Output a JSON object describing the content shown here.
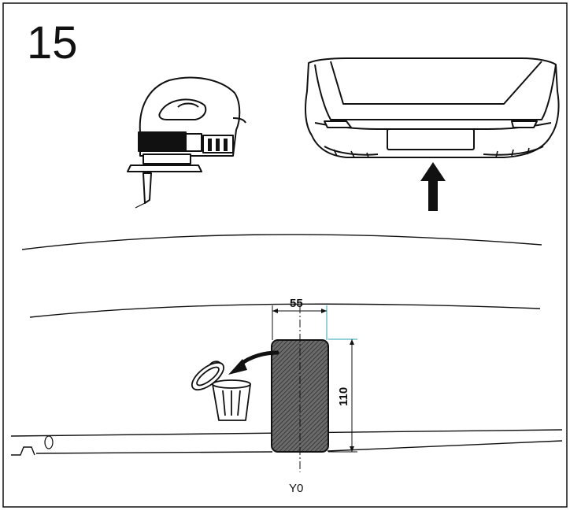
{
  "step": {
    "number": "15"
  },
  "icons": {
    "tool": "jigsaw-icon",
    "part": "rear-bumper-icon",
    "direction": "up-arrow-icon",
    "discard": "trash-bin-icon",
    "move": "curved-arrow-icon"
  },
  "cutout": {
    "width_label": "55",
    "height_label": "110",
    "axis_label": "Y0"
  },
  "colors": {
    "line": "#111111",
    "hatch_fill": "#555555",
    "dimension_tick": "#2aa3b5",
    "background": "#ffffff"
  }
}
